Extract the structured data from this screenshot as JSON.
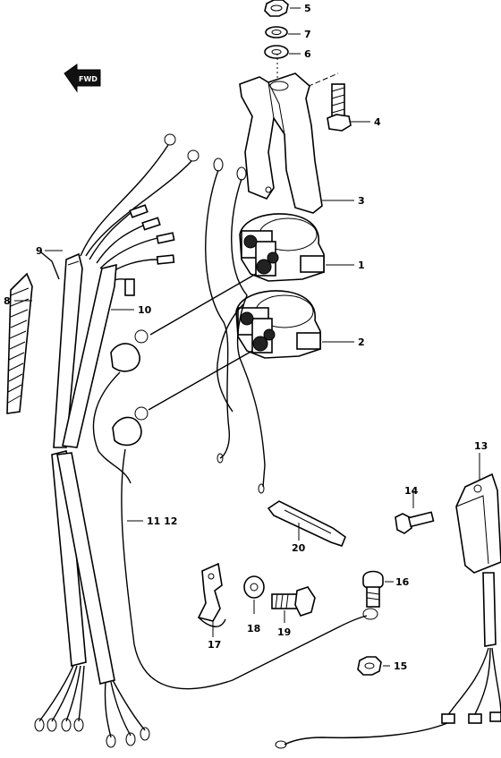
{
  "callouts": [
    {
      "id": "c5",
      "label": "5"
    },
    {
      "id": "c7",
      "label": "7"
    },
    {
      "id": "c6",
      "label": "6"
    },
    {
      "id": "c4",
      "label": "4"
    },
    {
      "id": "c3",
      "label": "3"
    },
    {
      "id": "c1",
      "label": "1"
    },
    {
      "id": "c2",
      "label": "2"
    },
    {
      "id": "c9",
      "label": "9"
    },
    {
      "id": "c8",
      "label": "8"
    },
    {
      "id": "c10",
      "label": "10"
    },
    {
      "id": "c1112",
      "label": "11 12"
    },
    {
      "id": "c13",
      "label": "13"
    },
    {
      "id": "c14",
      "label": "14"
    },
    {
      "id": "c20",
      "label": "20"
    },
    {
      "id": "c16",
      "label": "16"
    },
    {
      "id": "c17",
      "label": "17"
    },
    {
      "id": "c18",
      "label": "18"
    },
    {
      "id": "c19",
      "label": "19"
    },
    {
      "id": "c15",
      "label": "15"
    }
  ],
  "fwd_marker": "FWD",
  "parts": [
    {
      "id": "nut-top",
      "name": "hex-nut"
    },
    {
      "id": "washer-7",
      "name": "spring-washer"
    },
    {
      "id": "washer-6",
      "name": "flat-washer"
    },
    {
      "id": "bolt-4",
      "name": "bolt"
    },
    {
      "id": "bracket-3",
      "name": "relay-bracket"
    },
    {
      "id": "relay-1",
      "name": "starter-relay"
    },
    {
      "id": "relay-2",
      "name": "starter-relay"
    },
    {
      "id": "harness-9",
      "name": "wiring-harness"
    },
    {
      "id": "spiral-8",
      "name": "spiral-tube"
    },
    {
      "id": "harness-10",
      "name": "wiring-harness"
    },
    {
      "id": "lead-11-12",
      "name": "lead-wire"
    },
    {
      "id": "module-13",
      "name": "control-unit"
    },
    {
      "id": "bolt-14",
      "name": "bolt"
    },
    {
      "id": "bolt-16",
      "name": "bolt"
    },
    {
      "id": "nut-15",
      "name": "hex-nut"
    },
    {
      "id": "clamp-20",
      "name": "clamp"
    },
    {
      "id": "bracket-17",
      "name": "bracket"
    },
    {
      "id": "washer-18",
      "name": "washer"
    },
    {
      "id": "bolt-19",
      "name": "bolt"
    }
  ]
}
